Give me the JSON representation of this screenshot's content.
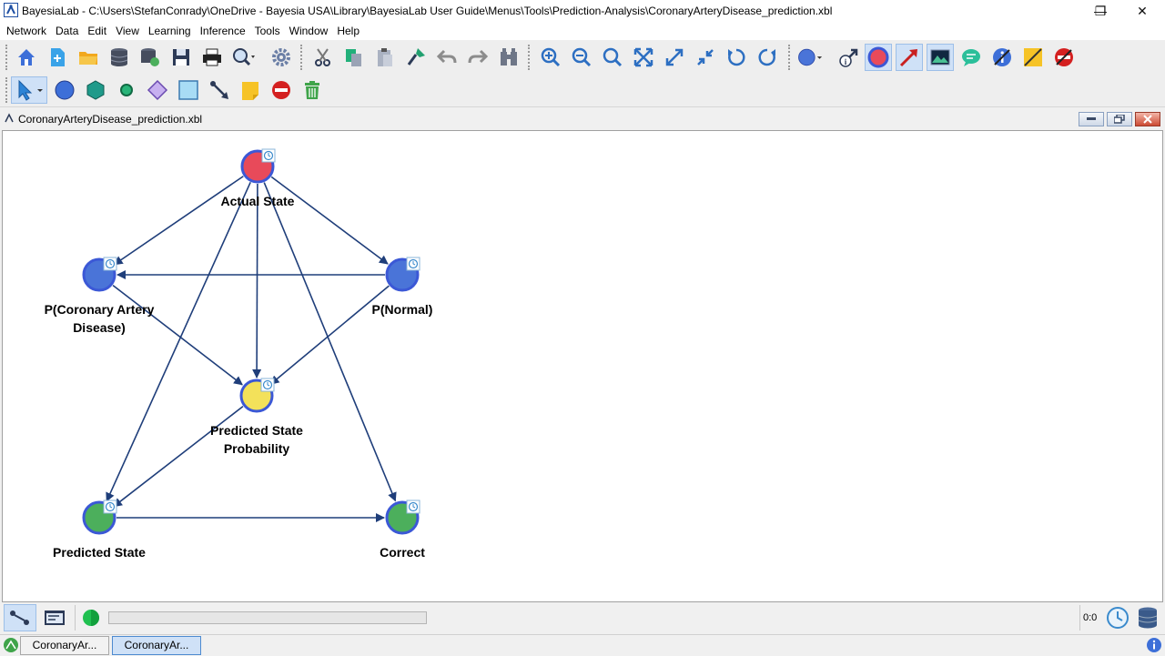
{
  "window": {
    "title": "BayesiaLab - C:\\Users\\StefanConrady\\OneDrive - Bayesia USA\\Library\\BayesiaLab User Guide\\Menus\\Tools\\Prediction-Analysis\\CoronaryArteryDisease_prediction.xbl",
    "controls": {
      "minimize": "—",
      "restore": "❐",
      "close": "✕"
    }
  },
  "menu": [
    "Network",
    "Data",
    "Edit",
    "View",
    "Learning",
    "Inference",
    "Tools",
    "Window",
    "Help"
  ],
  "toolbar_row1_icons": [
    "home-icon",
    "new-network-icon",
    "open-folder-icon",
    "database-icon",
    "database-link-icon",
    "save-icon",
    "print-icon",
    "search-network-icon",
    "settings-gear-icon",
    "cut-icon",
    "copy-icon",
    "paste-icon",
    "format-painter-icon",
    "undo-icon",
    "redo-icon",
    "binoculars-icon",
    "zoom-in-icon",
    "zoom-out-icon",
    "zoom-fit-icon",
    "fit-window-icon",
    "expand-icon",
    "collapse-icon",
    "rotate-left-icon",
    "rotate-right-icon",
    "node-style-icon",
    "arc-info-icon",
    "node-display-icon",
    "arc-display-icon",
    "image-icon",
    "comment-icon",
    "info-icon",
    "note-icon",
    "no-entry-icon"
  ],
  "toolbar_row2_icons": [
    "selection-arrow-icon",
    "node-circle-icon",
    "hexagon-icon",
    "small-circle-icon",
    "diamond-icon",
    "square-icon",
    "arc-tool-icon",
    "note-tool-icon",
    "delete-circle-icon",
    "trash-icon"
  ],
  "document": {
    "name": "CoronaryArteryDisease_prediction.xbl"
  },
  "network": {
    "nodes": [
      {
        "id": "actual-state",
        "label_lines": [
          "Actual State"
        ],
        "fill": "#e84a5a"
      },
      {
        "id": "p-cad",
        "label_lines": [
          "P(Coronary Artery",
          "Disease)"
        ],
        "fill": "#4a74d8"
      },
      {
        "id": "p-normal",
        "label_lines": [
          "P(Normal)"
        ],
        "fill": "#4a74d8"
      },
      {
        "id": "predicted-state-probability",
        "label_lines": [
          "Predicted State",
          "Probability"
        ],
        "fill": "#f3e15a"
      },
      {
        "id": "predicted-state",
        "label_lines": [
          "Predicted State"
        ],
        "fill": "#4caf5c"
      },
      {
        "id": "correct",
        "label_lines": [
          "Correct"
        ],
        "fill": "#4caf5c"
      }
    ],
    "edges": [
      [
        "actual-state",
        "p-cad"
      ],
      [
        "actual-state",
        "p-normal"
      ],
      [
        "actual-state",
        "predicted-state-probability"
      ],
      [
        "actual-state",
        "predicted-state"
      ],
      [
        "actual-state",
        "correct"
      ],
      [
        "p-normal",
        "p-cad"
      ],
      [
        "p-cad",
        "predicted-state-probability"
      ],
      [
        "p-normal",
        "predicted-state-probability"
      ],
      [
        "predicted-state-probability",
        "predicted-state"
      ],
      [
        "predicted-state",
        "correct"
      ]
    ],
    "colors": {
      "arc": "#1f3e7a",
      "node_border": "#3b58d6"
    }
  },
  "status": {
    "counter": "0:0"
  },
  "taskbar": {
    "tabs": [
      {
        "label": "CoronaryAr...",
        "active": false
      },
      {
        "label": "CoronaryAr...",
        "active": true
      }
    ]
  }
}
